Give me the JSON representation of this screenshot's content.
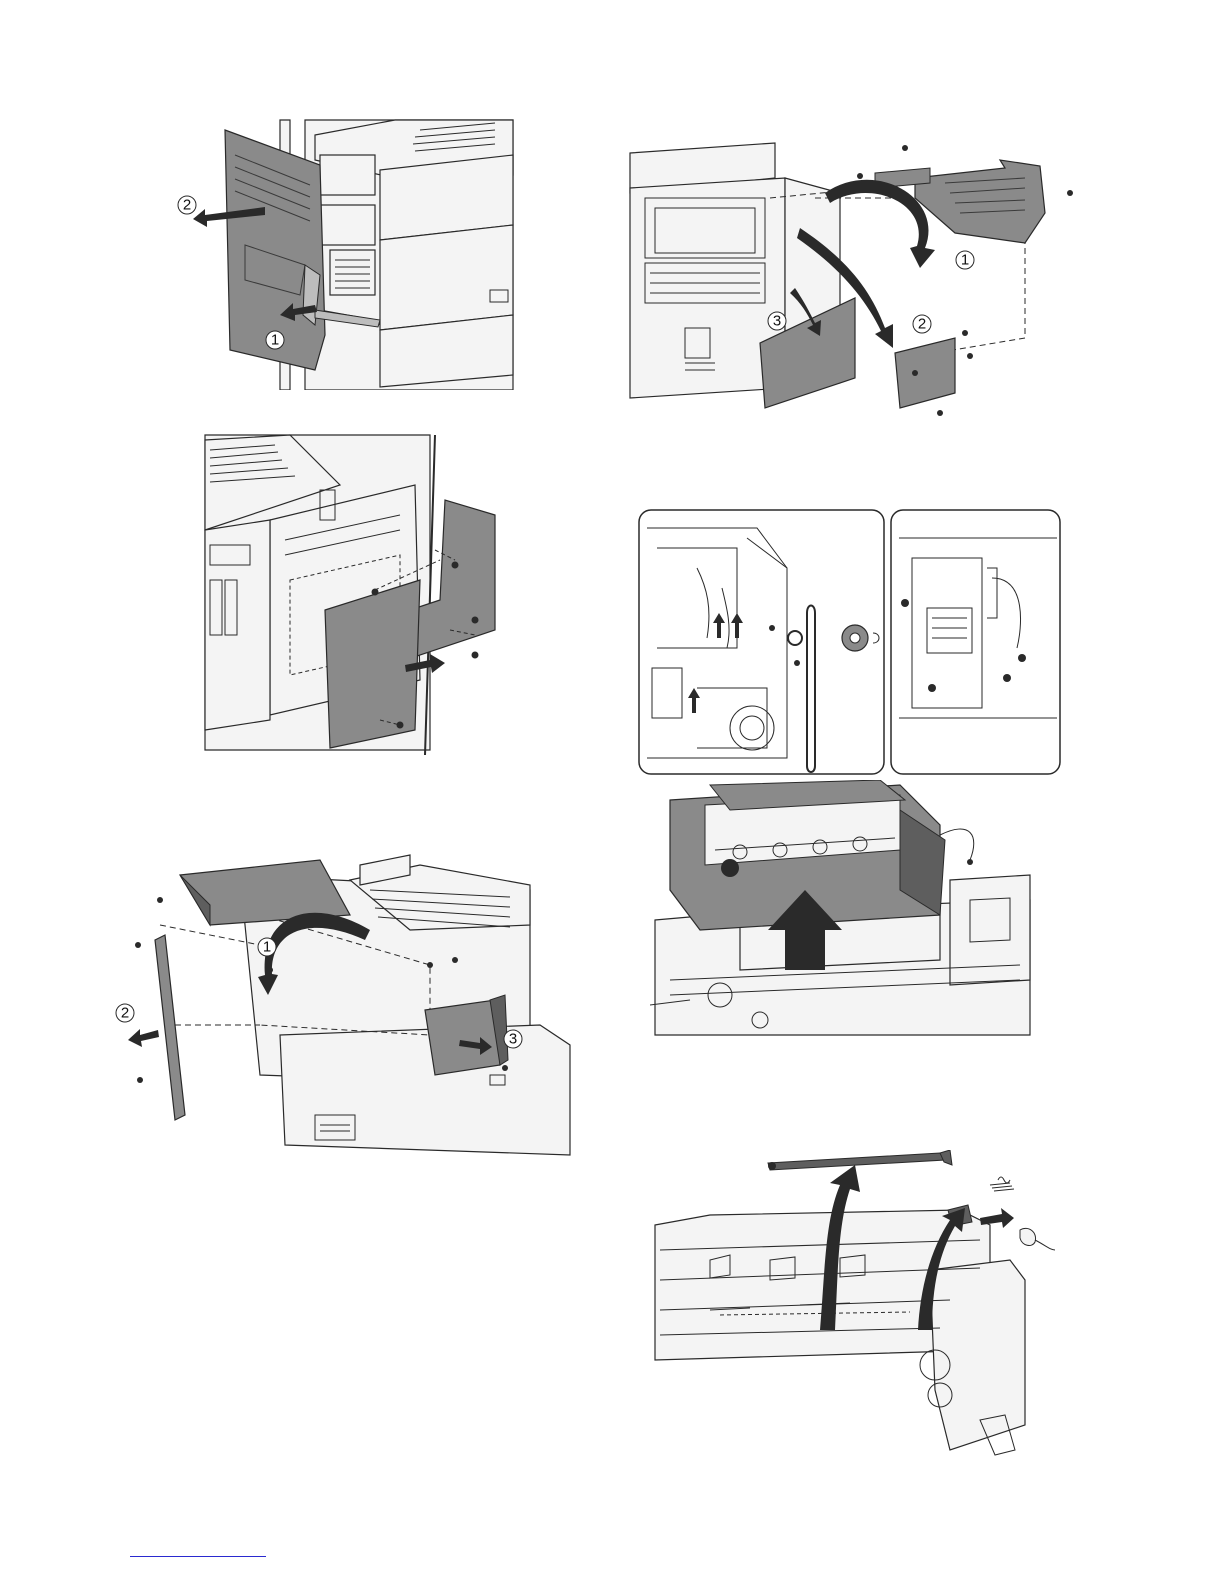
{
  "figures": {
    "fig1": {
      "callouts": [
        "1",
        "2"
      ]
    },
    "fig3": {
      "callouts": [
        "1",
        "2",
        "3"
      ]
    },
    "fig4": {
      "callouts": [
        "1",
        "2",
        "3"
      ]
    }
  },
  "colors": {
    "line": "#2a2a2a",
    "panel_fill": "#8a8a8a",
    "panel_dark": "#5e5e5e",
    "machine_fill": "#f4f4f4",
    "footer_rule": "#2a2ad0"
  }
}
